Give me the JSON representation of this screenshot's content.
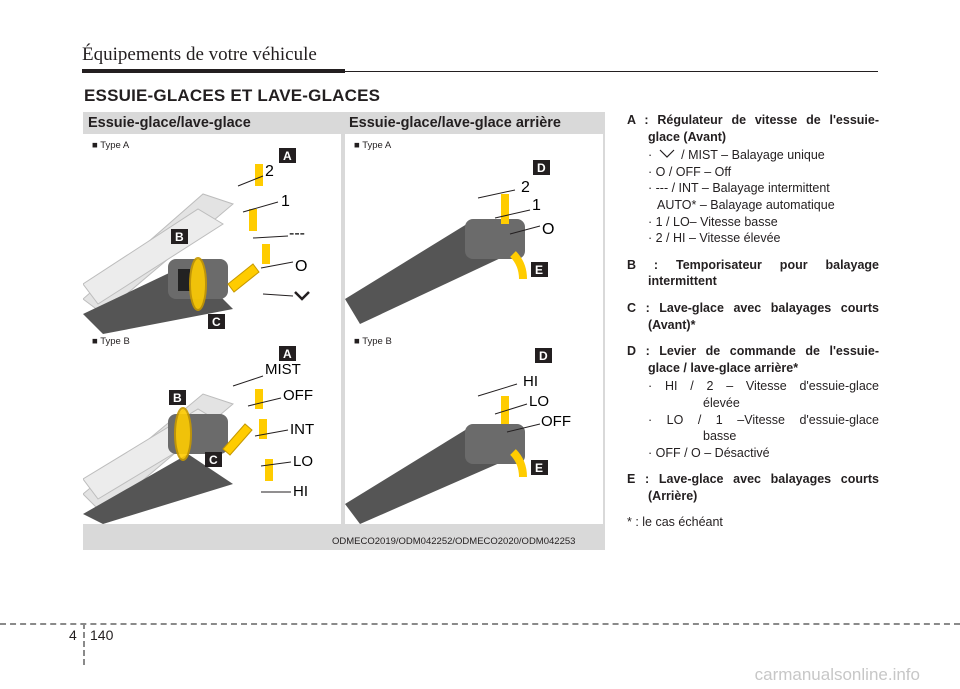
{
  "header": {
    "chapter_title": "Équipements de votre véhicule"
  },
  "section_title": "ESSUIE-GLACES ET LAVE-GLACES",
  "left_panel": {
    "title": "Essuie-glace/lave-glace",
    "type_a": "■ Type A",
    "type_b": "■ Type B",
    "labels_a": [
      "2",
      "1",
      "---",
      "O"
    ],
    "labels_b": [
      "MIST",
      "OFF",
      "INT",
      "LO",
      "HI"
    ]
  },
  "right_panel": {
    "title": "Essuie-glace/lave-glace arrière",
    "type_a": "■ Type A",
    "type_b": "■ Type B",
    "labels_a": [
      "2",
      "1",
      "O"
    ],
    "labels_b": [
      "HI",
      "LO",
      "OFF"
    ]
  },
  "callouts": {
    "a": "A",
    "b": "B",
    "c": "C",
    "d": "D",
    "e": "E"
  },
  "figure_caption": "ODMECO2019/ODM042252/ODMECO2020/ODM042253",
  "legend": {
    "a_title": "A : Régulateur de vitesse de l'essuie-",
    "a_title2": "glace (Avant)",
    "a_items": [
      "/ MIST – Balayage unique",
      "· O / OFF – Off",
      "· --- / INT – Balayage intermittent",
      "AUTO* – Balayage automatique",
      "· 1 / LO– Vitesse basse",
      "· 2 / HI – Vitesse élevée"
    ],
    "b_title": "B : Temporisateur pour balayage",
    "b_title2": "intermittent",
    "c_title": "C : Lave-glace avec balayages courts",
    "c_title2": "(Avant)*",
    "d_title": "D : Levier de commande de l'essuie-",
    "d_title2": "glace / lave-glace arrière*",
    "d_items": [
      "· HI / 2 – Vitesse d'essuie-glace",
      "élevée",
      "· LO / 1 –Vitesse d'essuie-glace",
      "basse",
      "· OFF / O – Désactivé"
    ],
    "e_title": "E : Lave-glace avec balayages courts",
    "e_title2": "(Arrière)",
    "note": "* : le cas échéant"
  },
  "footer": {
    "chapter_number": "4",
    "page_number": "140",
    "watermark": "carmanualsonline.info"
  }
}
